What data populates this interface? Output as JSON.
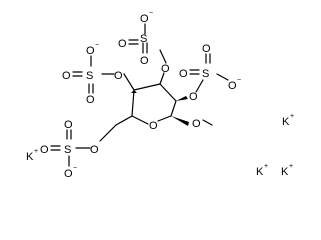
{
  "molecule": {
    "atoms": {
      "S": "S",
      "O": "O",
      "K": "K",
      "minus": "−",
      "plus": "+"
    },
    "counterions": {
      "k_symbol": "K",
      "k_charge": "+"
    }
  },
  "colors": {
    "background": "#ffffff",
    "bond": "#000000",
    "text": "#000000"
  }
}
